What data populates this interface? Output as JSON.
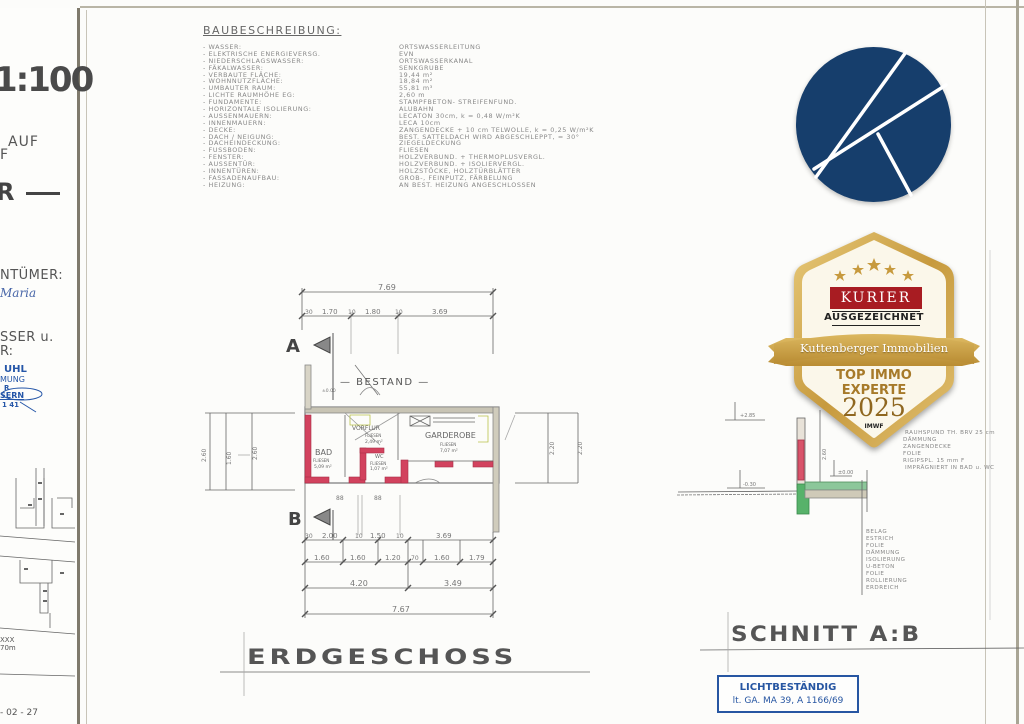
{
  "left_strip": {
    "scale": "1:100",
    "text_auf": "AUF",
    "text_f": "F",
    "text_r": "R",
    "owner_label": "NTÜMER:",
    "owner_name": "Maria",
    "sser_label": "SSER u.",
    "r_label": "R:",
    "stamp_lines": [
      "UHL",
      "MUNG",
      "R",
      "SERN",
      "1 41"
    ],
    "note_lines": [
      "XXX",
      "70m"
    ],
    "date": "- 02 - 27"
  },
  "specification": {
    "title": "BAUBESCHREIBUNG:",
    "rows": [
      {
        "key": "- WASSER:",
        "value": "ORTSWASSERLEITUNG"
      },
      {
        "key": "- ELEKTRISCHE ENERGIEVERSG.",
        "value": "EVN"
      },
      {
        "key": "- NIEDERSCHLAGSWASSER:",
        "value": "ORTSWASSERKANAL"
      },
      {
        "key": "- FÄKALWASSER:",
        "value": "SENKGRUBE"
      },
      {
        "key": "- VERBAUTE FLÄCHE:",
        "value": "19,44 m²"
      },
      {
        "key": "- WOHNNUTZFLÄCHE:",
        "value": "18,84 m²"
      },
      {
        "key": "- UMBAUTER RAUM:",
        "value": "55,81 m³"
      },
      {
        "key": "- LICHTE RAUMHÖHE EG:",
        "value": "2,60 m"
      },
      {
        "key": "- FUNDAMENTE:",
        "value": "STAMPFBETON- STREIFENFUND."
      },
      {
        "key": "- HORIZONTALE ISOLIERUNG:",
        "value": "ALUBAHN"
      },
      {
        "key": "- AUSSENMAUERN:",
        "value": "LECATON 30cm, k = 0,48 W/m²K"
      },
      {
        "key": "- INNENMAUERN:",
        "value": "LECA 10cm"
      },
      {
        "key": "- DECKE:",
        "value": "ZANGENDECKE + 10 cm TELWOLLE, k = 0,25 W/m²K"
      },
      {
        "key": "- DACH / NEIGUNG:",
        "value": "BEST. SATTELDACH WIRD ABGESCHLEPPT, = 30°"
      },
      {
        "key": "- DACHEINDECKUNG:",
        "value": "ZIEGELDECKUNG"
      },
      {
        "key": "- FUSSBODEN:",
        "value": "FLIESEN"
      },
      {
        "key": "- FENSTER:",
        "value": "HOLZVERBUND. + THERMOPLUSVERGL."
      },
      {
        "key": "- AUSSENTÜR:",
        "value": "HOLZVERBUND. + ISOLIERVERGL."
      },
      {
        "key": "- INNENTÜREN:",
        "value": "HOLZSTÖCKE, HOLZTÜRBLÄTTER"
      },
      {
        "key": "- FASSADENAUFBAU:",
        "value": "GROB-, FEINPUTZ, FÄRBELUNG"
      },
      {
        "key": "- HEIZUNG:",
        "value": "AN BEST. HEIZUNG ANGESCHLOSSEN"
      }
    ]
  },
  "floor_plan": {
    "title": "ERDGESCHOSS",
    "existing_label": "— BESTAND —",
    "section_marks": [
      "A",
      "B"
    ],
    "elevation_mark": "±0.00",
    "rooms": [
      {
        "name": "BAD",
        "floor": "FLIESEN",
        "area": "5,09 m²"
      },
      {
        "name": "VORFLUR",
        "floor": "FLIESEN",
        "area": "2,49 m²"
      },
      {
        "name": "WC",
        "floor": "FLIESEN",
        "area": "1,07 m²"
      },
      {
        "name": "GARDEROBE",
        "floor": "FLIESEN",
        "area": "7,07 m²"
      }
    ],
    "dims_top_total": "7.69",
    "dims_top": [
      "30",
      "1.70",
      "10",
      "1.80",
      "10",
      "3.69"
    ],
    "dims_bottom_row1": [
      "30",
      "2.00",
      "10",
      "1.50",
      "10",
      "3.69"
    ],
    "dims_bottom_row2": [
      "1.60",
      "1.60",
      "1.20",
      "70",
      "1.60",
      "1.79"
    ],
    "dims_bottom_row3": [
      "4.20",
      "3.49"
    ],
    "dims_bottom_total": "7.67",
    "dims_left": [
      "2.60",
      "1.60",
      "2.60"
    ],
    "dims_right": [
      "2.20",
      "2.20"
    ],
    "dims_openings": [
      "88",
      "88"
    ]
  },
  "section": {
    "title": "SCHNITT A:B",
    "level_top": "+2.85",
    "level_floor": "±0.00",
    "level_ground": "-0.30",
    "height_dim": "2.60",
    "roof_layers": [
      "RAUHSPUND TH. BRV 25 cm",
      "DÄMMUNG",
      "ZANGENDECKE",
      "FOLIE",
      "RIGIPSPL. 15 mm F",
      "IMPRÄGNIERT IN BAD u. WC"
    ],
    "floor_layers": [
      "BELAG",
      "ESTRICH",
      "FOLIE",
      "DÄMMUNG",
      "ISOLIERUNG",
      "U-BETON",
      "FOLIE",
      "ROLLIERUNG",
      "ERDREICH"
    ]
  },
  "stamp": {
    "line1": "LICHTBESTÄNDIG",
    "line2": "lt. GA. MA 39, A 1166/69"
  },
  "badge": {
    "brand": "KURIER",
    "subtitle": "AUSGEZEICHNET",
    "ribbon": "Kuttenberger Immobilien",
    "line1": "TOP IMMO",
    "line2": "EXPERTE",
    "year": "2025",
    "source": "IMWF",
    "stars": 5,
    "colors": {
      "gold": "#c9a04a",
      "red": "#a81c22",
      "cream": "#fbf7ea"
    }
  },
  "logo": {
    "name": "k-monogram-logo",
    "color": "#163e6c"
  }
}
